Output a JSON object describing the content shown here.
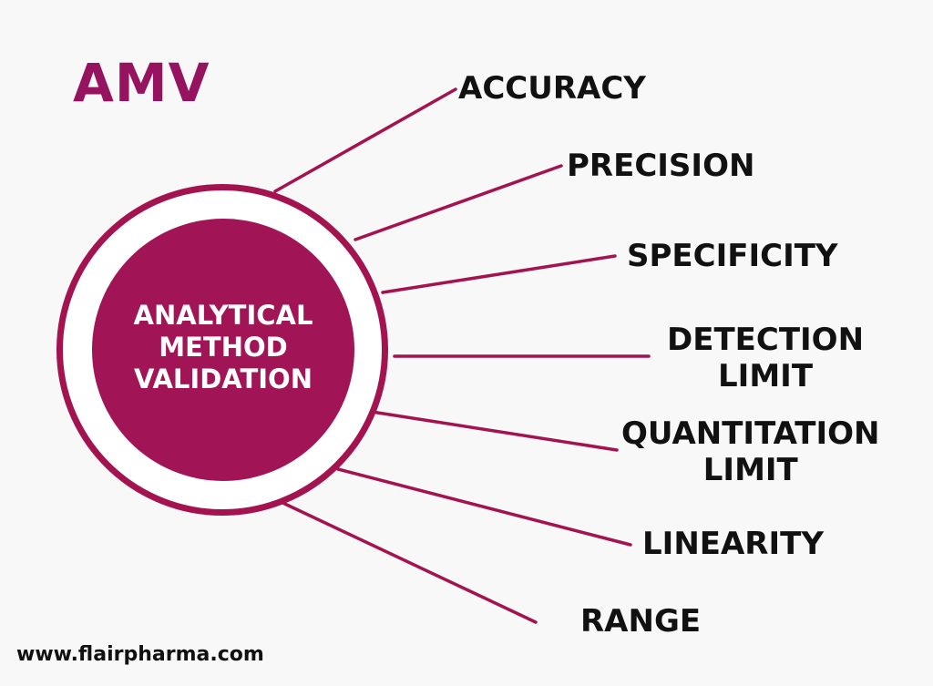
{
  "title": "AMV",
  "center": {
    "text": "ANALYTICAL\nMETHOD\nVALIDATION"
  },
  "items": [
    {
      "label": "ACCURACY"
    },
    {
      "label": "PRECISION"
    },
    {
      "label": "SPECIFICITY"
    },
    {
      "label": "DETECTION\nLIMIT"
    },
    {
      "label": "QUANTITATION\nLIMIT"
    },
    {
      "label": "LINEARITY"
    },
    {
      "label": "RANGE"
    }
  ],
  "footer": "www.flairpharma.com",
  "colors": {
    "accent": "#96135f",
    "circle": "#a11456",
    "line": "#a3134f",
    "background": "#f8f8f8",
    "text": "#111111"
  }
}
